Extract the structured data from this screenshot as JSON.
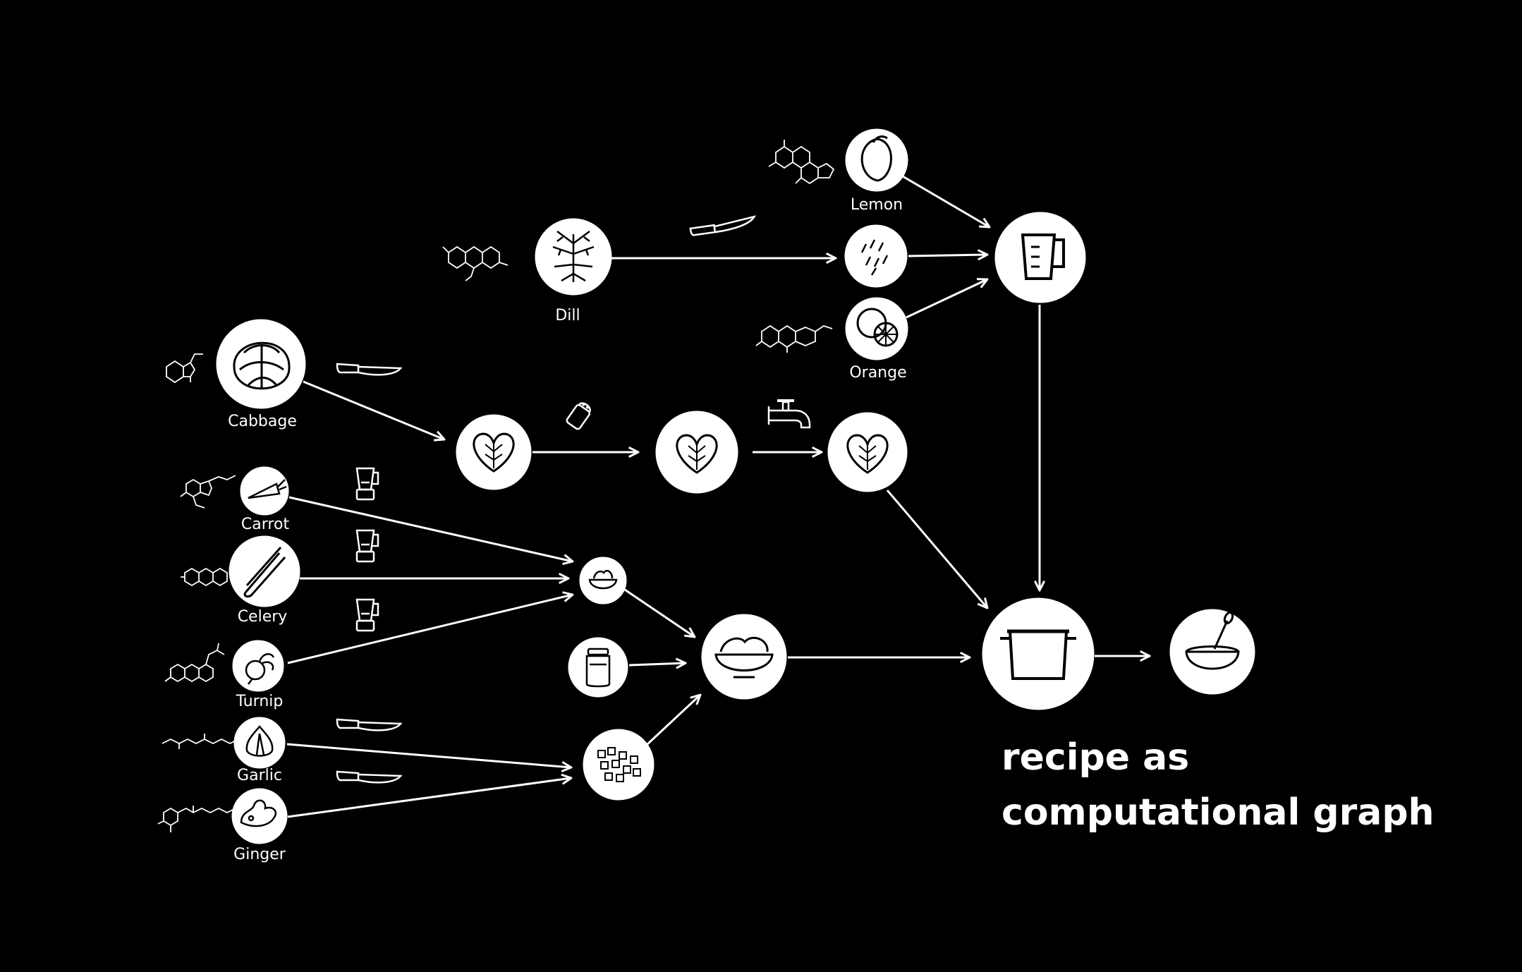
{
  "caption": {
    "line1": "recipe as",
    "line2": "computational graph"
  },
  "labels": {
    "lemon": "Lemon",
    "dill": "Dill",
    "orange": "Orange",
    "cabbage": "Cabbage",
    "carrot": "Carrot",
    "celery": "Celery",
    "turnip": "Turnip",
    "garlic": "Garlic",
    "ginger": "Ginger"
  },
  "colors": {
    "background": "#000000",
    "foreground": "#ffffff"
  },
  "icons": {
    "cabbage": "cabbage-icon",
    "dill": "dill-icon",
    "lemon": "lemon-icon",
    "orange": "orange-icon",
    "carrot": "carrot-icon",
    "celery": "celery-icon",
    "turnip": "turnip-icon",
    "garlic": "garlic-icon",
    "ginger": "ginger-icon",
    "knife": "knife-icon",
    "blender": "blender-icon",
    "salt": "salt-shaker-icon",
    "faucet": "faucet-icon",
    "measuring_cup": "measuring-cup-icon",
    "pot": "pot-icon",
    "bowl": "bowl-icon",
    "jar": "jar-icon"
  }
}
